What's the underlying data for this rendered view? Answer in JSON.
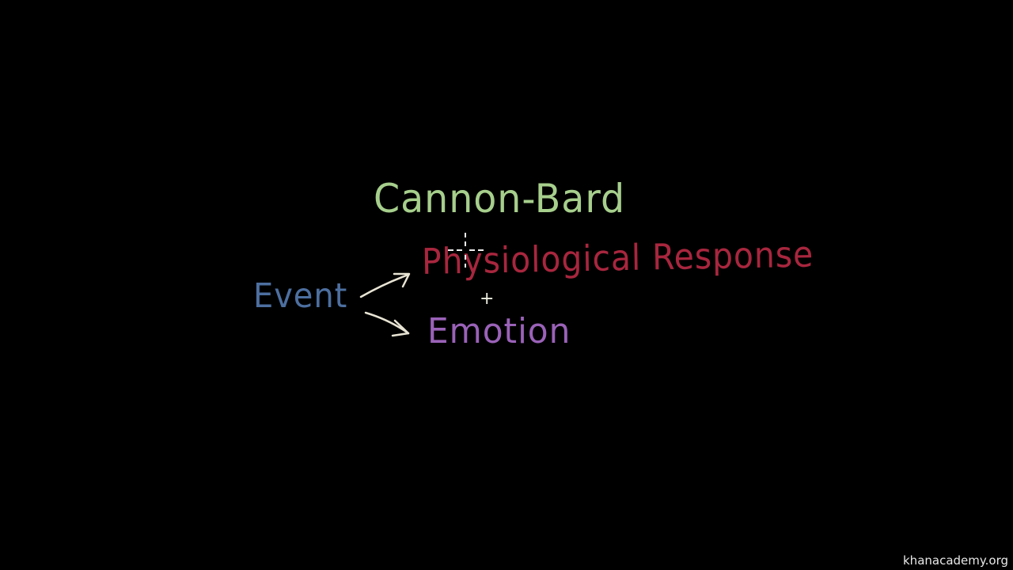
{
  "diagram": {
    "title": "Cannon-Bard",
    "source": "Event",
    "targets": [
      "Physiological Response",
      "Emotion"
    ],
    "joiner": "+"
  },
  "watermark": "khanacademy.org",
  "colors": {
    "background": "#000000",
    "title": "#a6cf8c",
    "event": "#4d6fa0",
    "physiological_response": "#a8263e",
    "emotion": "#9a62b8",
    "arrows": "#e8e4d4",
    "plus": "#ecece0",
    "cursor": "#f0f0f0"
  }
}
